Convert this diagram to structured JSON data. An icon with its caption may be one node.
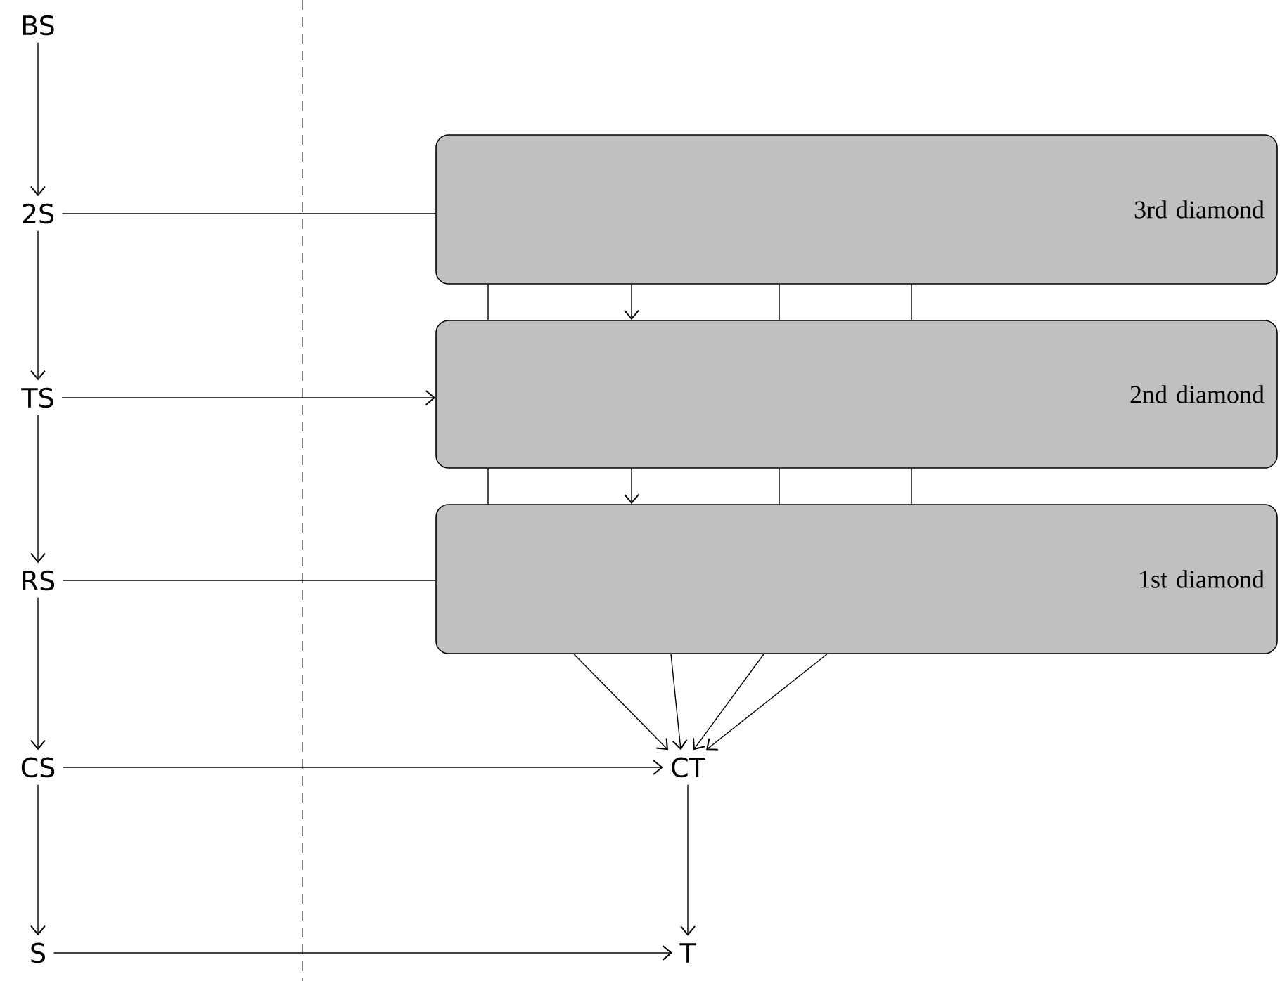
{
  "diagram": {
    "nodes": [
      {
        "text": [
          "BS"
        ]
      },
      {
        "text": [
          "2S"
        ]
      },
      {
        "text": [
          "TS"
        ]
      },
      {
        "text": [
          "RS"
        ]
      },
      {
        "text": [
          "CS"
        ]
      },
      {
        "text": [
          "S"
        ]
      },
      {
        "text": [
          "3rd diamond"
        ]
      },
      {
        "text": [
          "2nd diamond"
        ]
      },
      {
        "text": [
          "1st diamond"
        ]
      },
      {
        "text": [
          "CT"
        ]
      },
      {
        "text": [
          "T"
        ]
      }
    ],
    "edges": [
      {
        "from": 0,
        "to": 1,
        "arrow": "to"
      },
      {
        "from": 1,
        "to": 2,
        "arrow": "to"
      },
      {
        "from": 2,
        "to": 3,
        "arrow": "to"
      },
      {
        "from": 3,
        "to": 4,
        "arrow": "to"
      },
      {
        "from": 4,
        "to": 5,
        "arrow": "to"
      },
      {
        "from": 1,
        "to": 6,
        "arrow": "none"
      },
      {
        "from": 2,
        "to": 7,
        "arrow": "to"
      },
      {
        "from": 3,
        "to": 8,
        "arrow": "none"
      },
      {
        "from": 6,
        "to": 7,
        "arrow": "none"
      },
      {
        "from": 6,
        "to": 7,
        "arrow": "to"
      },
      {
        "from": 6,
        "to": 7,
        "arrow": "none"
      },
      {
        "from": 6,
        "to": 7,
        "arrow": "none"
      },
      {
        "from": 7,
        "to": 8,
        "arrow": "none"
      },
      {
        "from": 7,
        "to": 8,
        "arrow": "to"
      },
      {
        "from": 7,
        "to": 8,
        "arrow": "none"
      },
      {
        "from": 7,
        "to": 8,
        "arrow": "none"
      },
      {
        "from": 8,
        "to": 9,
        "arrow": "to"
      },
      {
        "from": 8,
        "to": 9,
        "arrow": "to"
      },
      {
        "from": 8,
        "to": 9,
        "arrow": "to"
      },
      {
        "from": 8,
        "to": 9,
        "arrow": "to"
      },
      {
        "from": 4,
        "to": 9,
        "arrow": "to"
      },
      {
        "from": 9,
        "to": 10,
        "arrow": "to"
      },
      {
        "from": 5,
        "to": 10,
        "arrow": "to"
      }
    ]
  }
}
